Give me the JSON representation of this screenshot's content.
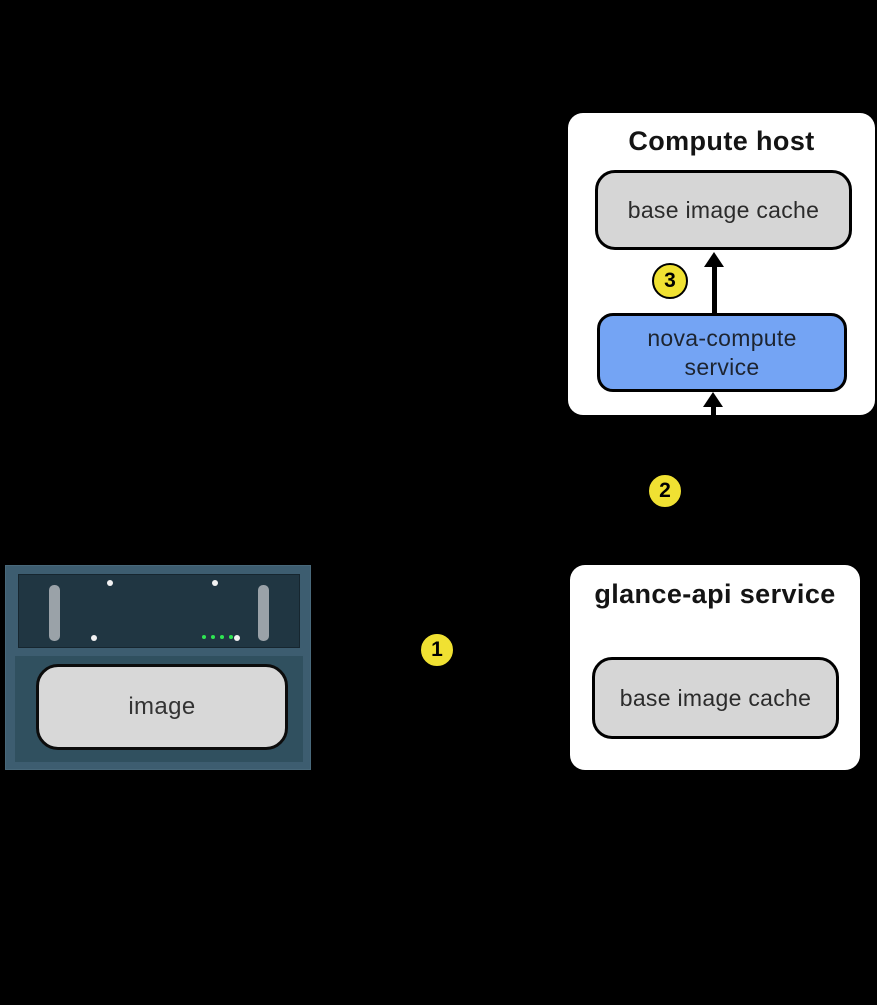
{
  "compute_host": {
    "title": "Compute host",
    "cache_label": "base image cache",
    "nova_line1": "nova-compute",
    "nova_line2": "service"
  },
  "glance_service": {
    "title": "glance-api service",
    "cache_label": "base image cache"
  },
  "server": {
    "image_label": "image"
  },
  "steps": [
    "1",
    "2",
    "3"
  ],
  "colors": {
    "background": "#000000",
    "panel": "#ffffff",
    "cache_fill": "#d6d6d6",
    "nova_fill": "#74a4f4",
    "step_fill": "#f0e132",
    "arrow": "#000000",
    "server_frame": "#3d5d70",
    "server_inner": "#203642",
    "led_green": "#2ee652"
  }
}
